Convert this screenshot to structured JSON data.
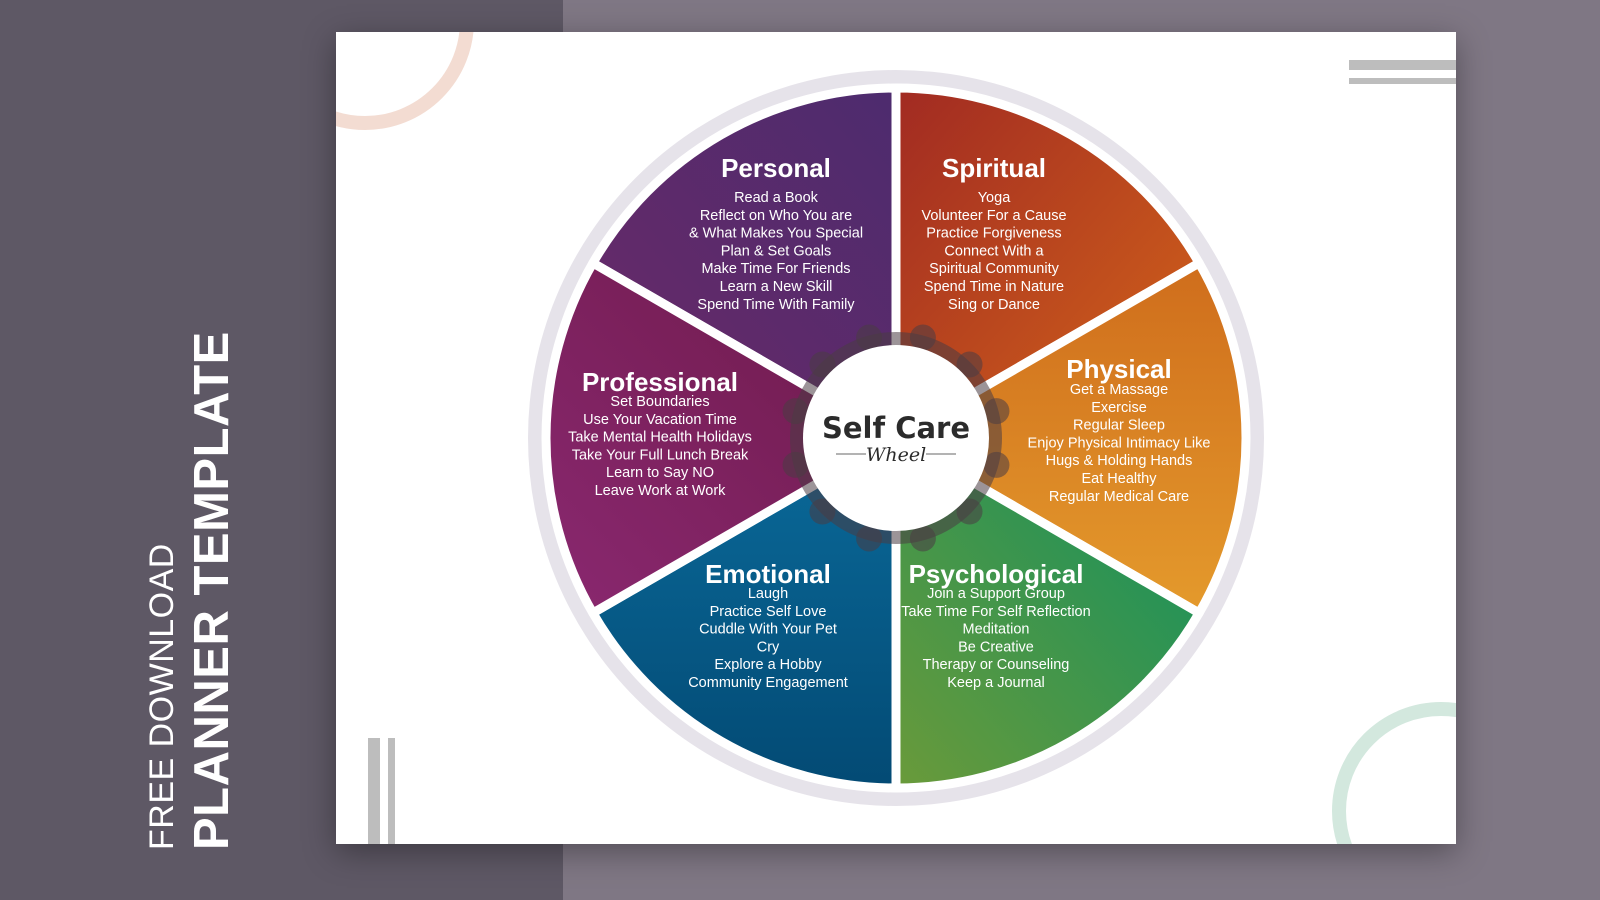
{
  "sidebar": {
    "line1": "FREE DOWNLOAD",
    "line2": "PLANNER TEMPLATE"
  },
  "wheel": {
    "center_title": "Self Care",
    "center_subtitle": "Wheel",
    "segments": [
      {
        "id": "personal",
        "title": "Personal",
        "color_a": "#6a2a68",
        "color_b": "#4d2b6e",
        "items": [
          "Read a Book",
          "Reflect on Who You are",
          "& What Makes You Special",
          "Plan & Set Goals",
          "Make Time For Friends",
          "Learn a New Skill",
          "Spend Time With Family"
        ]
      },
      {
        "id": "spiritual",
        "title": "Spiritual",
        "color_a": "#a12a22",
        "color_b": "#d4651a",
        "items": [
          "Yoga",
          "Volunteer For a Cause",
          "Practice Forgiveness",
          "Connect With a",
          "Spiritual Community",
          "Spend Time in Nature",
          "Sing or Dance"
        ]
      },
      {
        "id": "physical",
        "title": "Physical",
        "color_a": "#cf6d1c",
        "color_b": "#e49a2c",
        "items": [
          "Get a Massage",
          "Exercise",
          "Regular Sleep",
          "Enjoy Physical Intimacy Like",
          "Hugs & Holding Hands",
          "Eat Healthy",
          "Regular Medical Care"
        ]
      },
      {
        "id": "psychological",
        "title": "Psychological",
        "color_a": "#109060",
        "color_b": "#6a9a3a",
        "items": [
          "Join a Support Group",
          "Take Time For Self Reflection",
          "Meditation",
          "Be Creative",
          "Therapy or Counseling",
          "Keep a Journal"
        ]
      },
      {
        "id": "emotional",
        "title": "Emotional",
        "color_a": "#0a6a9a",
        "color_b": "#034a74",
        "items": [
          "Laugh",
          "Practice Self Love",
          "Cuddle With Your Pet",
          "Cry",
          "Explore a Hobby",
          "Community Engagement"
        ]
      },
      {
        "id": "professional",
        "title": "Professional",
        "color_a": "#6e1a4a",
        "color_b": "#8a2870",
        "items": [
          "Set Boundaries",
          "Use Your Vacation Time",
          "Take Mental Health Holidays",
          "Take Your Full Lunch Break",
          "Learn to Say NO",
          "Leave Work at Work"
        ]
      }
    ]
  },
  "colors": {
    "ring": "#e6e3ea",
    "hub_gear": "#4a3c44",
    "background_left": "#5e5865",
    "background_right": "#7f7784"
  }
}
